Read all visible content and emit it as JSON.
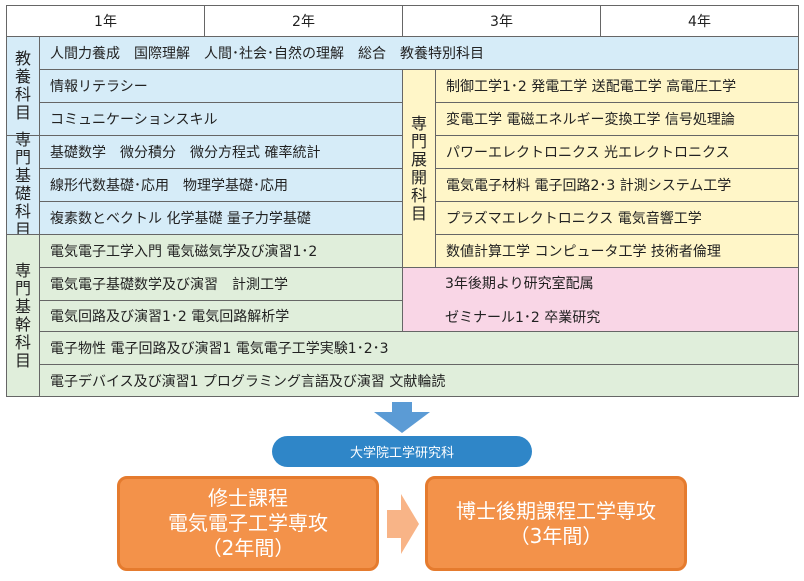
{
  "header": {
    "years": [
      "1年",
      "2年",
      "3年",
      "4年"
    ]
  },
  "categories": {
    "kyoyo": [
      "教",
      "養",
      "科",
      "目"
    ],
    "senmon_kiso": [
      "専",
      "門",
      "基",
      "礎",
      "科",
      "目"
    ],
    "senmon_kikan": [
      "専",
      "門",
      "基",
      "幹",
      "科",
      "目"
    ],
    "senmon_tenkai": [
      "専",
      "門",
      "展",
      "開",
      "科",
      "目"
    ]
  },
  "rows": {
    "kyoyo_full": "人間力養成　国際理解　人間･社会･自然の理解　総合　教養特別科目",
    "kyoyo_1": "情報リテラシー",
    "kyoyo_2": "コミュニケーションスキル",
    "kiso_1": "基礎数学　微分積分　微分方程式 確率統計",
    "kiso_2": "線形代数基礎･応用　物理学基礎･応用",
    "kiso_3": "複素数とベクトル 化学基礎 量子力学基礎",
    "kikan_1": "電気電子工学入門 電気磁気学及び演習1･2",
    "kikan_2": "電気電子基礎数学及び演習　計測工学",
    "kikan_3": "電気回路及び演習1･2 電気回路解析学",
    "kikan_4": "電子物性 電子回路及び演習1 電気電子工学実験1･2･3",
    "kikan_5": "電子デバイス及び演習1 プログラミング言語及び演習 文献輪読"
  },
  "tenkai": [
    "制御工学1･2 発電工学 送配電工学 高電圧工学",
    "変電工学 電磁エネルギー変換工学 信号処理論",
    "パワーエレクトロニクス 光エレクトロニクス",
    "電気電子材料 電子回路2･3 計測システム工学",
    "プラズマエレクトロニクス 電気音響工学",
    "数値計算工学 コンピュータ工学 技術者倫理"
  ],
  "lab": [
    "3年後期より研究室配属",
    "ゼミナール1･2 卒業研究"
  ],
  "graduate": {
    "label": "大学院工学研究科",
    "master": [
      "修士課程",
      "電気電子工学専攻",
      "（2年間）"
    ],
    "doctor": [
      "博士後期課程工学専攻",
      "（3年間）"
    ]
  },
  "colors": {
    "blue": "#d6ecf8",
    "yellow": "#fff6c8",
    "green": "#e0eedb",
    "pink": "#f9d6e6",
    "orange": "#f3924a",
    "pill": "#2f86c8"
  }
}
